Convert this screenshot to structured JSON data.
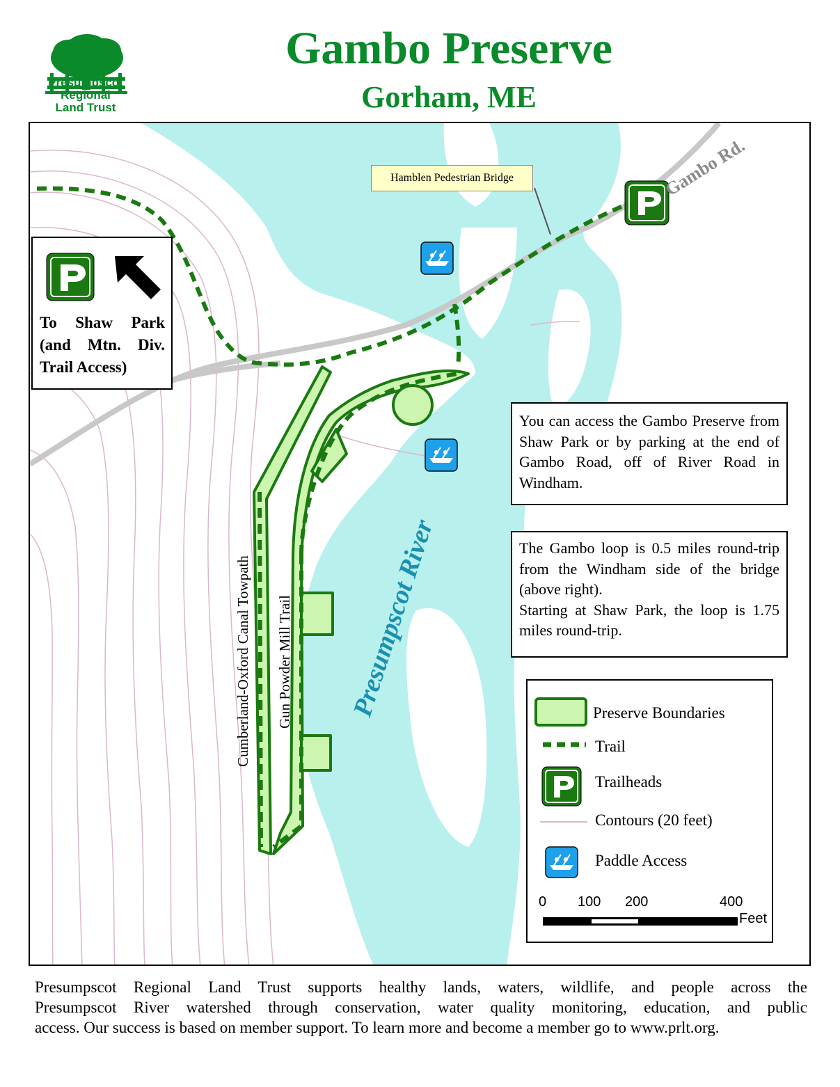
{
  "header": {
    "org_name": "Presumpscot Regional Land Trust",
    "org_line1": "Presumpscot",
    "org_line2": "Regional",
    "org_line3": "Land Trust",
    "title": "Gambo Preserve",
    "subtitle": "Gorham, ME"
  },
  "map": {
    "road_label": "Gambo Rd.",
    "bridge_label": "Hamblen Pedestrian Bridge",
    "river_label": "Presumpscot River",
    "towpath_label": "Cumberland-Oxford Canal Towpath",
    "mill_trail_label": "Gun Powder Mill Trail",
    "trailhead_letter": "P",
    "shaw_park": {
      "text": "To Shaw Park (and Mtn. Div. Trail Access)"
    },
    "info_access": "You can access the Gambo Preserve from Shaw Park or by parking at the end of Gambo Road, off of River Road in Windham.",
    "info_loop_1": "The Gambo loop is 0.5 miles round-trip from the Windham side of the bridge (above right).",
    "info_loop_2": "Starting at Shaw Park, the loop is 1.75 miles round-trip."
  },
  "legend": {
    "items": [
      {
        "label": "Preserve Boundaries",
        "icon": "preserve-swatch"
      },
      {
        "label": "Trail",
        "icon": "trail-swatch"
      },
      {
        "label": "Trailheads",
        "icon": "trailhead-icon"
      },
      {
        "label": "Contours (20 feet)",
        "icon": "contour-swatch"
      },
      {
        "label": "Paddle Access",
        "icon": "paddle-icon"
      }
    ],
    "scale": {
      "ticks": [
        "0",
        "100",
        "200",
        "400"
      ],
      "unit": "Feet"
    }
  },
  "colors": {
    "green": "#0a8a2a",
    "water": "#b8f0ee",
    "preserve_fill": "#ccf5b0",
    "trail": "#1a7a10",
    "contour": "#dbb7cd",
    "road": "#c8c8c8",
    "paddle": "#1ea0ea"
  },
  "footer": {
    "line1": "Presumpscot Regional Land Trust supports healthy lands, waters, wildlife, and people across the",
    "line2": "Presumpscot River watershed through conservation, water quality monitoring, education, and public",
    "line3": "access. Our success is based on member support. To learn more and become a member go to www.prlt.org."
  }
}
